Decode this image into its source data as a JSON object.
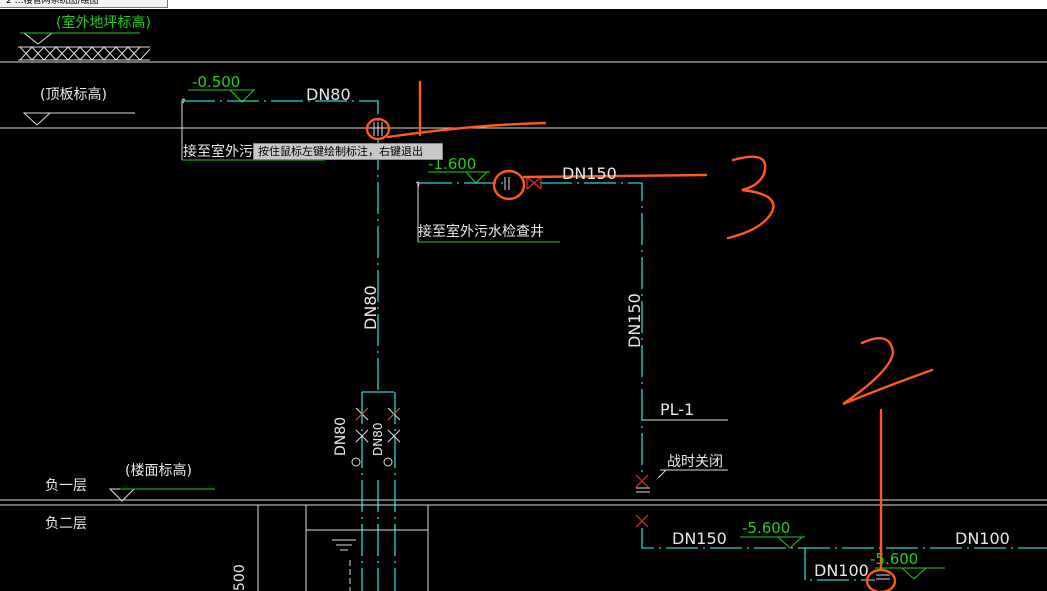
{
  "window": {
    "tab_title": "2 …楼管网系统图/绘图"
  },
  "tooltip": "按住鼠标左键绘制标注，右键退出",
  "labels": {
    "outdoor_grade": "(室外地坪标高)",
    "roof_slab": "(顶板标高)",
    "floor_level": "(楼面标高)",
    "basement_1": "负一层",
    "basement_2": "负二层",
    "connect_sewer_1": "接至室外污水检查井",
    "connect_sewer_2": "接至室外污水检查井",
    "pl1": "PL-1",
    "wartime_close": "战时关闭",
    "dim_partial": "500"
  },
  "pipe_sizes": {
    "dn80_top": "DN80",
    "dn80_vertical": "DN80",
    "dn80_valves": "DN80",
    "dn80_valves_b": "DN80",
    "dn150_top": "DN150",
    "dn150_vertical": "DN150",
    "dn150_bottom": "DN150",
    "dn100_right": "DN100",
    "dn100_low": "DN100"
  },
  "elevations": {
    "e1": "-0.500",
    "e2": "-1.600",
    "e3": "-5.600",
    "e4": "-5.600"
  },
  "annotations": {
    "n1": "1",
    "n2": "2",
    "n3": "3"
  },
  "colors": {
    "background": "#000000",
    "pipe": "#2ad4d4",
    "text": "#ffffff",
    "elevation": "#22cc22",
    "valve": "#e03030",
    "markup": "#ff5a1a"
  }
}
